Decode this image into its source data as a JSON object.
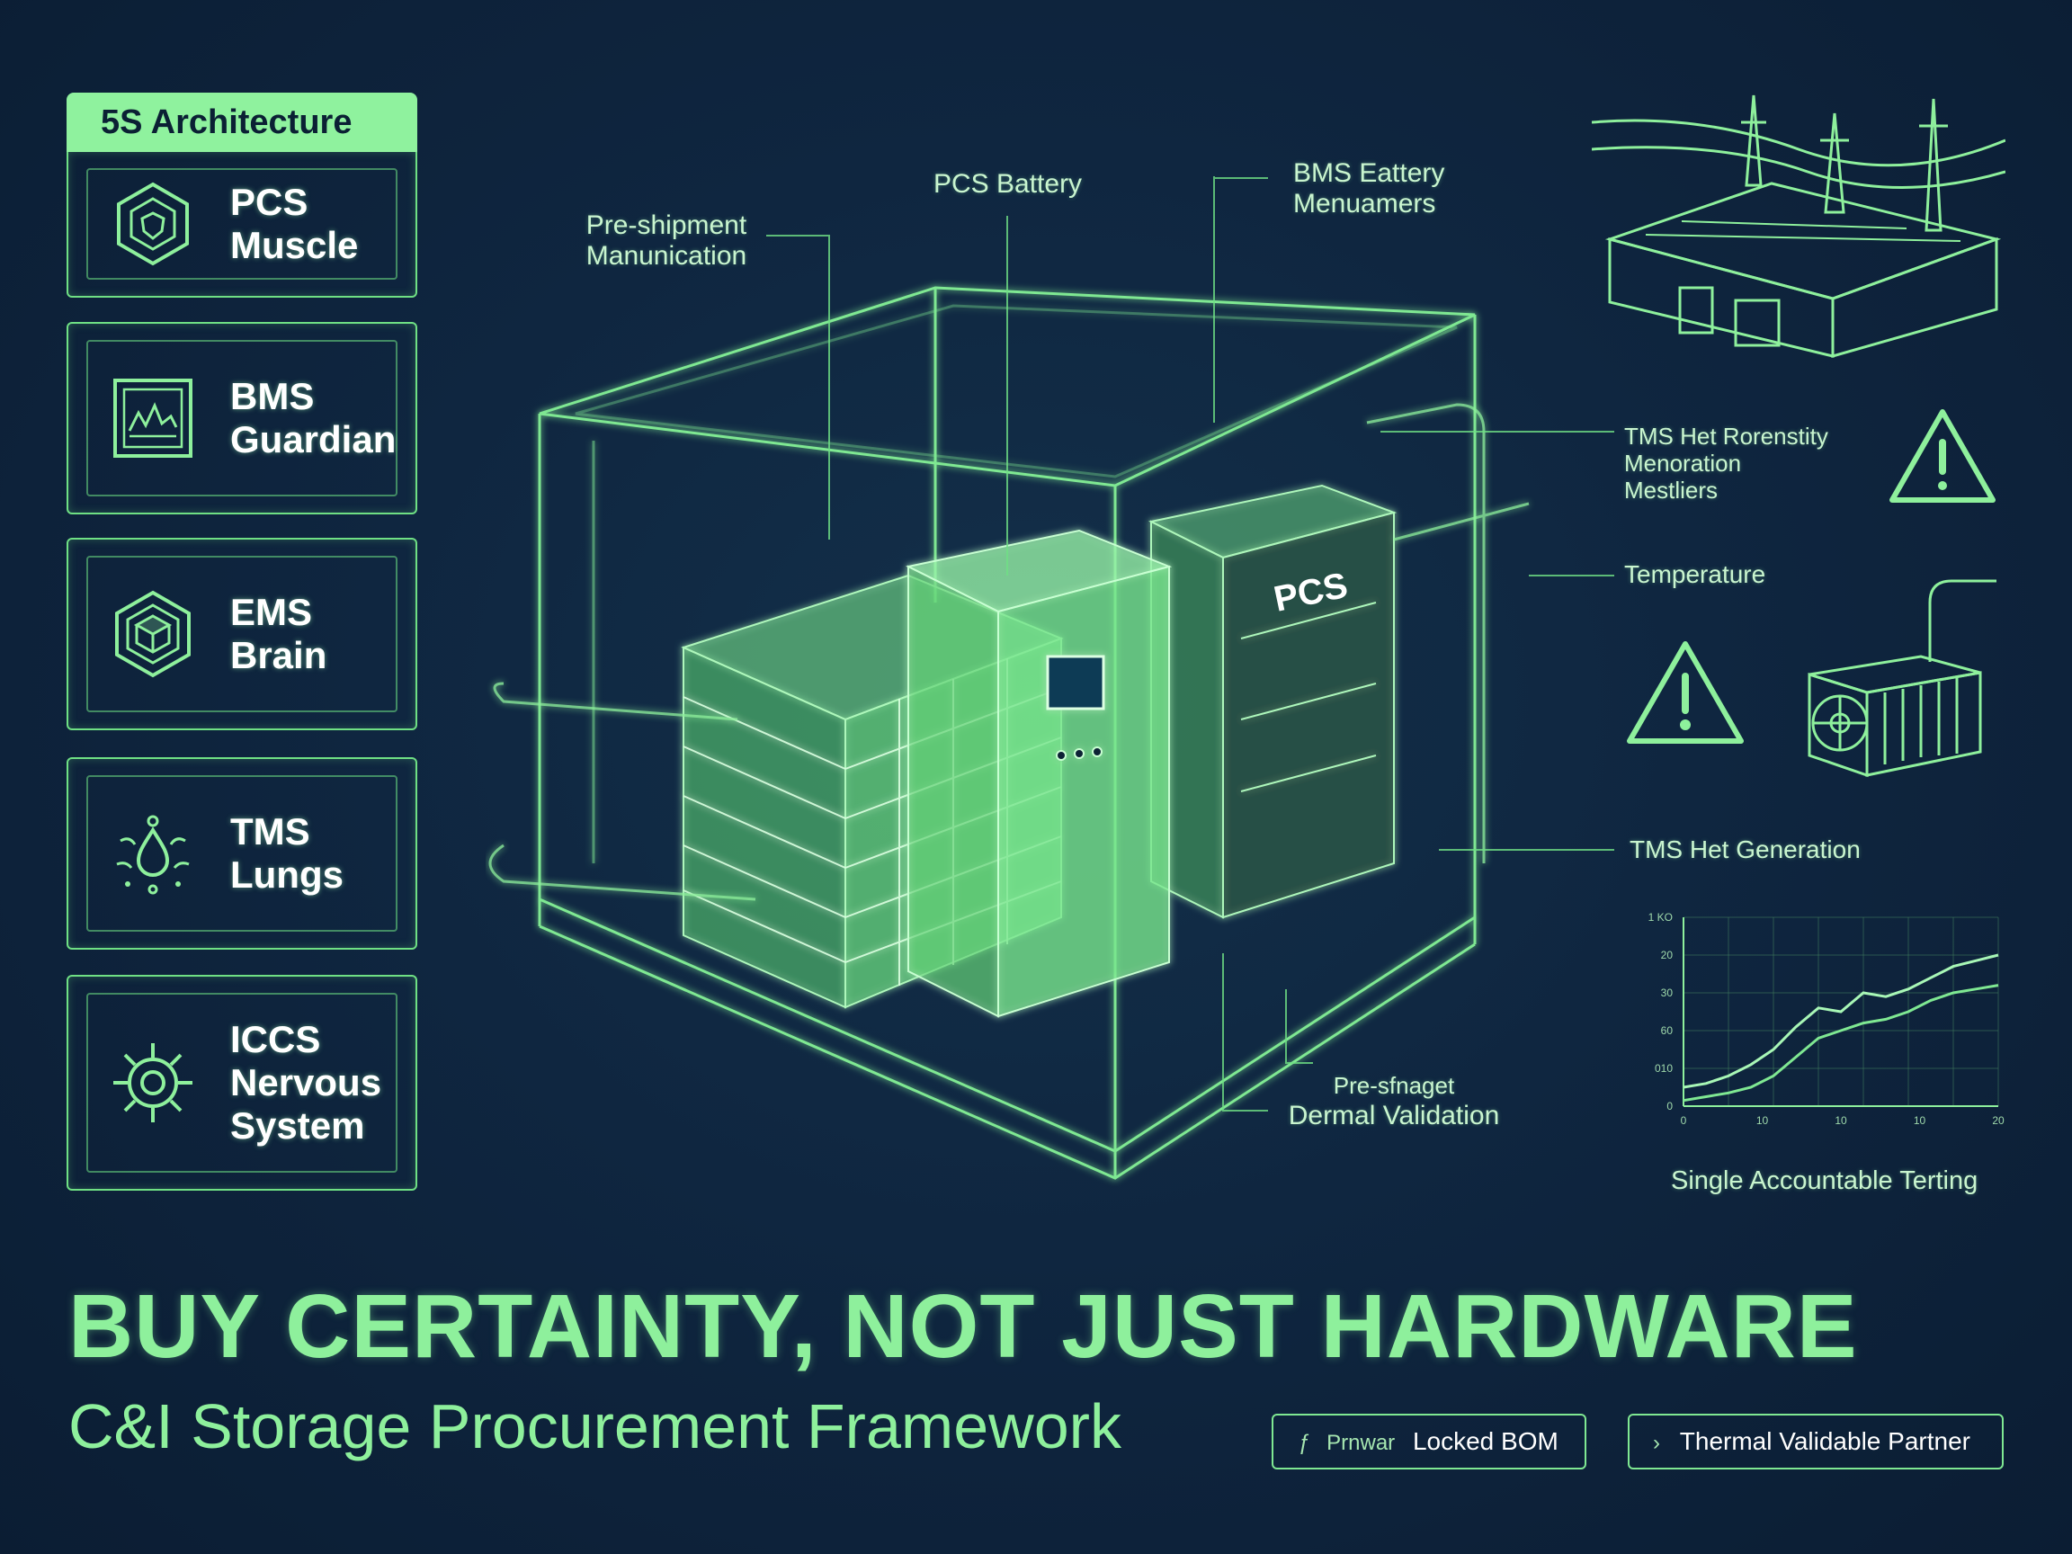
{
  "architecture": {
    "header": "5S Architecture",
    "cards": [
      {
        "line1": "PCS",
        "line2": "Muscle",
        "line3": "",
        "icon": "shield-hexagon-icon"
      },
      {
        "line1": "BMS",
        "line2": "Guardian",
        "line3": "",
        "icon": "monitor-chart-icon"
      },
      {
        "line1": "EMS",
        "line2": "Brain",
        "line3": "",
        "icon": "cube-hexagon-icon"
      },
      {
        "line1": "TMS",
        "line2": "Lungs",
        "line3": "",
        "icon": "droplet-airflow-icon"
      },
      {
        "line1": "ICCS",
        "line2": "Nervous",
        "line3": "System",
        "icon": "gear-icon"
      }
    ]
  },
  "callouts": {
    "pre_shipment": [
      "Pre-shipment",
      "Manunication"
    ],
    "pcs_battery": "PCS Battery",
    "bms_battery": [
      "BMS Eattery",
      "Menuamers"
    ],
    "tms_het_1": [
      "TMS Het Rorenstity",
      "Menoration",
      "Mestliers"
    ],
    "temperature": "Temperature",
    "tms_het_2": "TMS Het Generation",
    "pre_shaget": [
      "Pre-sfnaget",
      "Dermal Validation"
    ],
    "pcs_cabinet": "PCS"
  },
  "chart_data": {
    "type": "line",
    "title": "",
    "xlabel": "Single Accountable Terting",
    "ylabel": "",
    "y_ticks": [
      "1 KO",
      "20",
      "30",
      "60",
      "010",
      "0"
    ],
    "x_ticks": [
      "0",
      "10",
      "10",
      "10",
      "20"
    ],
    "grid": true,
    "series": [
      {
        "values": [
          0.1,
          0.12,
          0.16,
          0.22,
          0.3,
          0.42,
          0.52,
          0.5,
          0.6,
          0.58,
          0.62,
          0.68,
          0.74,
          0.77,
          0.8
        ]
      },
      {
        "values": [
          0.03,
          0.05,
          0.07,
          0.1,
          0.16,
          0.26,
          0.36,
          0.4,
          0.44,
          0.46,
          0.5,
          0.56,
          0.6,
          0.62,
          0.64
        ]
      }
    ]
  },
  "headline": "BUY CERTAINTY, NOT JUST HARDWARE",
  "subheadline": "C&I Storage Procurement Framework",
  "pills": {
    "bom_prefix": "Prnwar",
    "bom_label": "Locked BOM",
    "thermal_label": "Thermal Validable Partner"
  },
  "colors": {
    "accent": "#8ef09c",
    "line": "#6fe084",
    "background": "#0f2640"
  }
}
